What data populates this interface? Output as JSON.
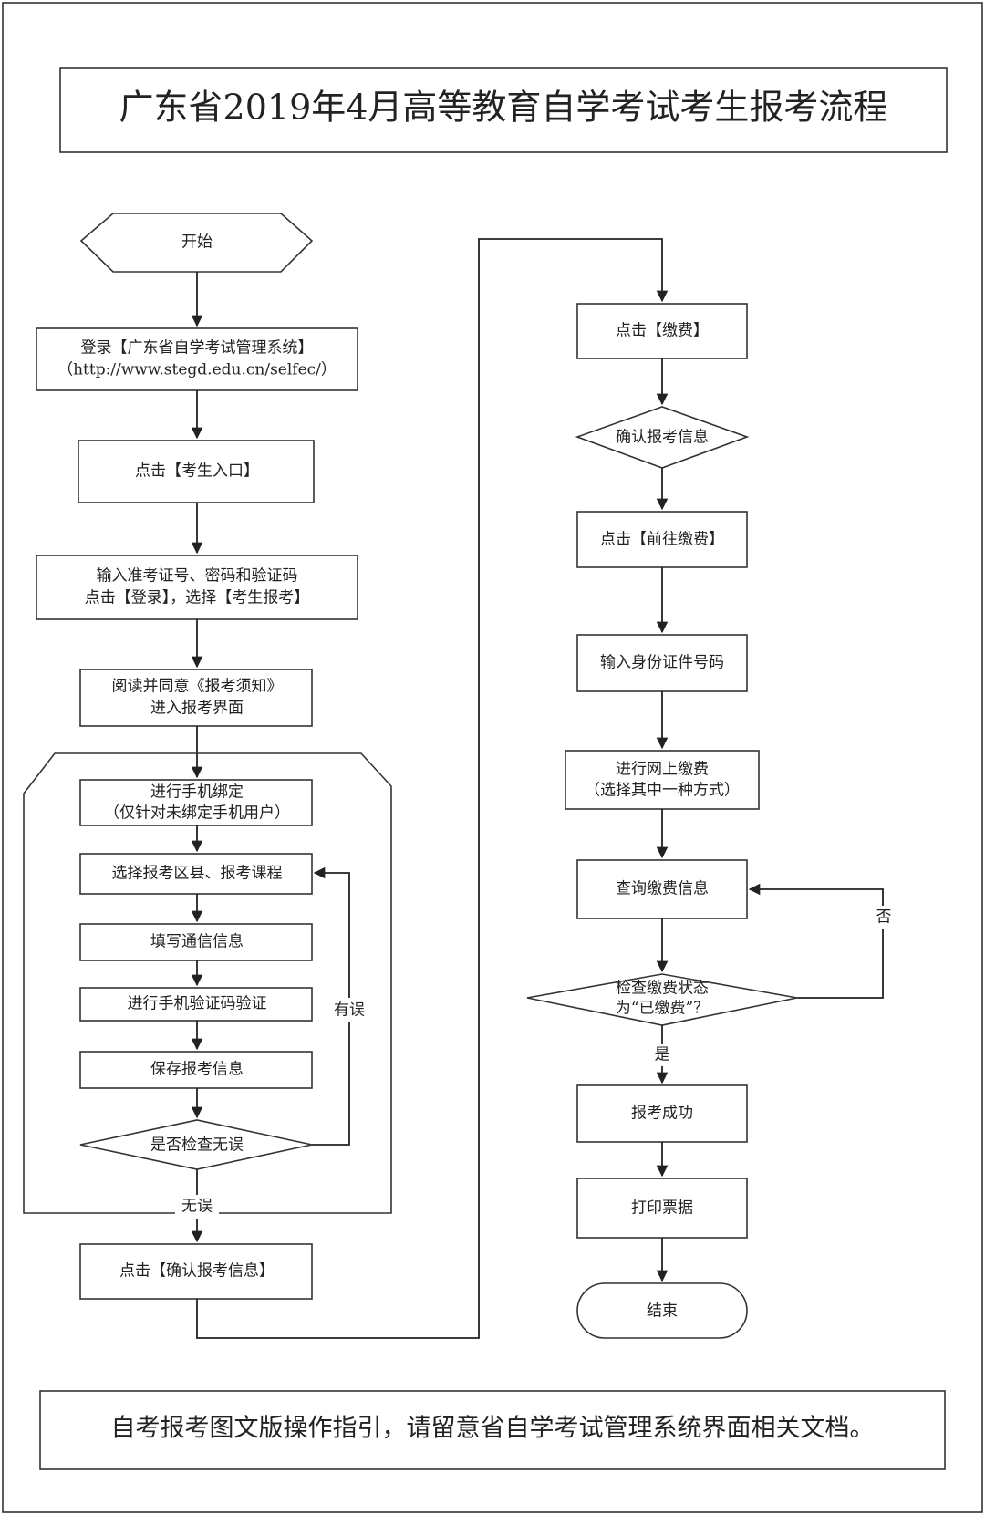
{
  "title": "广东省2019年4月高等教育自学考试考生报考流程",
  "footer": "自考报考图文版操作指引，请留意省自学考试管理系统界面相关文档。",
  "left_steps": {
    "start": "开始",
    "login_line1": "登录【广东省自学考试管理系统】",
    "login_line2": "（http://www.stegd.edu.cn/selfec/）",
    "click_entry": "点击【考生入口】",
    "input_line1": "输入准考证号、密码和验证码",
    "input_line2": "点击【登录】，选择【考生报考】",
    "read_line1": "阅读并同意《报考须知》",
    "read_line2": "进入报考界面",
    "bind_line1": "进行手机绑定",
    "bind_line2": "（仅针对未绑定手机用户）",
    "select_courses": "选择报考区县、报考课程",
    "fill_contact": "填写通信信息",
    "verify_code": "进行手机验证码验证",
    "save_info": "保存报考信息",
    "check_errors": "是否检查无误",
    "has_error": "有误",
    "no_error": "无误",
    "confirm_info": "点击【确认报考信息】"
  },
  "right_steps": {
    "pay": "点击【缴费】",
    "confirm_info": "确认报考信息",
    "goto_pay": "点击【前往缴费】",
    "id_number": "输入身份证件号码",
    "online_pay_line1": "进行网上缴费",
    "online_pay_line2": "（选择其中一种方式）",
    "query_pay": "查询缴费信息",
    "check_status_line1": "检查缴费状态",
    "check_status_line2": "为“已缴费”？",
    "no": "否",
    "yes": "是",
    "success": "报考成功",
    "print_receipt": "打印票据",
    "end": "结束"
  }
}
